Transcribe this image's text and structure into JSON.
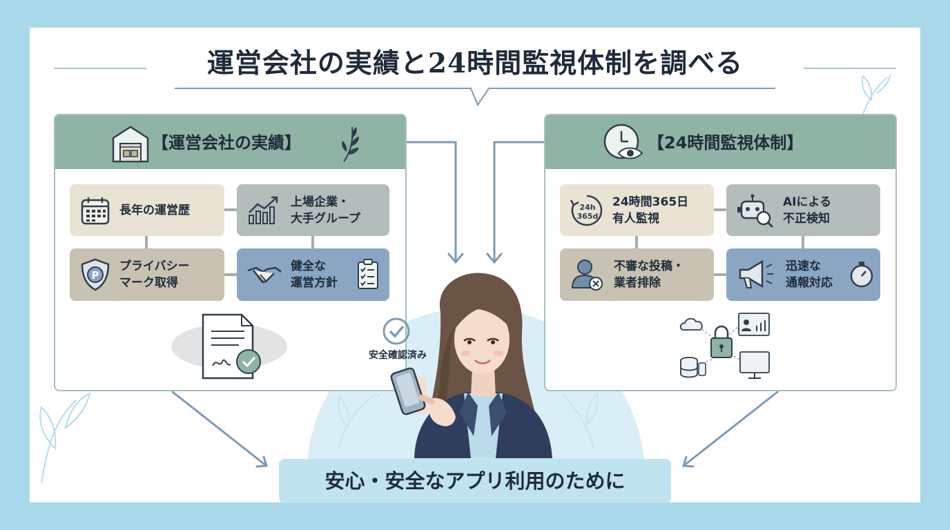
{
  "title": "運営会社の実績と24時間監視体制を調べる",
  "left_panel": {
    "heading": "【運営会社の実績】",
    "items": [
      {
        "label": "長年の運営歴",
        "icon": "calendar-icon"
      },
      {
        "label": "上場企業・\n大手グループ",
        "icon": "growth-chart-icon"
      },
      {
        "label": "プライバシー\nマーク取得",
        "icon": "privacy-shield-icon"
      },
      {
        "label": "健全な\n運営方針",
        "icon": "handshake-icon"
      }
    ]
  },
  "right_panel": {
    "heading": "【24時間監視体制】",
    "items": [
      {
        "label": "24時間365日\n有人監視",
        "icon": "24h-365d-icon",
        "badge_top": "24h",
        "badge_bottom": "365d"
      },
      {
        "label": "AIによる\n不正検知",
        "icon": "ai-robot-icon"
      },
      {
        "label": "不審な投稿・\n業者排除",
        "icon": "block-user-icon"
      },
      {
        "label": "迅速な\n通報対応",
        "icon": "megaphone-icon"
      }
    ]
  },
  "center": {
    "safe_label": "安全確認済み"
  },
  "bottom": {
    "label": "安心・安全なアプリ利用のために"
  },
  "colors": {
    "background": "#a9d8ea",
    "panel_header": "#8fb3a4",
    "arrow": "#7e9ab4",
    "bottom_bar": "#bfe3ef"
  }
}
